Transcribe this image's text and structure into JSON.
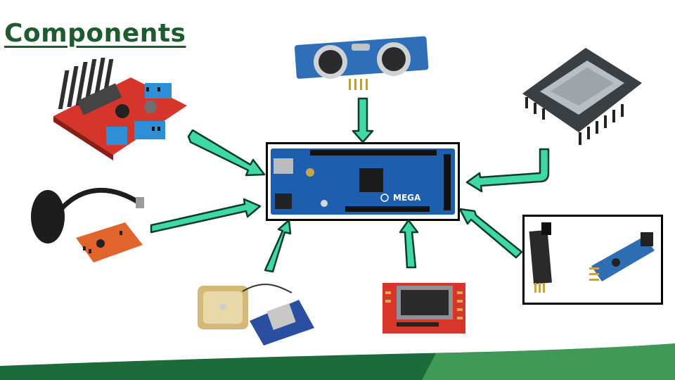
{
  "slide": {
    "title": "Components"
  },
  "colors": {
    "title": "#1e5b2e",
    "arrow_fill": "#3fd9a6",
    "arrow_stroke": "#0f3b2a",
    "footer_dark": "#1d6b3a",
    "footer_light": "#3f9a57"
  },
  "components": [
    {
      "name": "motor-driver-board",
      "icon": "motor-driver-icon"
    },
    {
      "name": "ultrasonic-sensor",
      "icon": "ultrasonic-icon"
    },
    {
      "name": "mp3-player-module",
      "icon": "sd-card-module-icon"
    },
    {
      "name": "arduino-mega",
      "icon": "arduino-mega-icon",
      "label": "MEGA"
    },
    {
      "name": "voice-recognition-module",
      "icon": "microphone-icon"
    },
    {
      "name": "speed-sensor-modules",
      "icon": "ir-sensor-icon"
    },
    {
      "name": "gps-module",
      "icon": "gps-antenna-icon"
    },
    {
      "name": "sim-card-module",
      "icon": "sim-module-icon"
    }
  ]
}
